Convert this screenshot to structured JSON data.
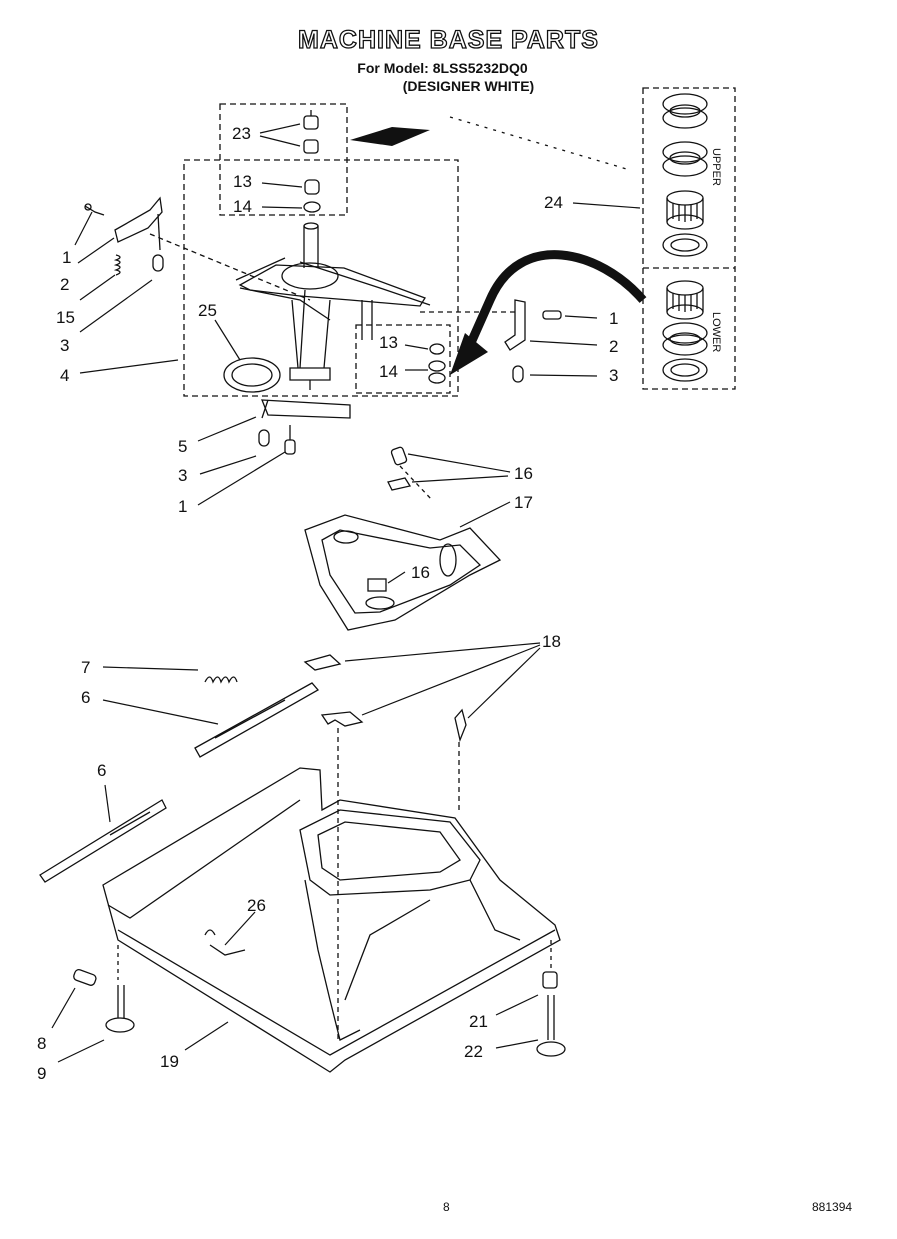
{
  "header": {
    "title": "MACHINE BASE PARTS",
    "model_line": "For Model: 8LSS5232DQ0",
    "designer_line": "(DESIGNER WHITE)"
  },
  "kit": {
    "upper_label": "UPPER",
    "lower_label": "LOWER"
  },
  "callouts": {
    "c23": "23",
    "c13a": "13",
    "c14a": "14",
    "c1a": "1",
    "c2a": "2",
    "c15": "15",
    "c3a": "3",
    "c4": "4",
    "c25": "25",
    "c13b": "13",
    "c14b": "14",
    "c24": "24",
    "c1b": "1",
    "c2b": "2",
    "c3b": "3",
    "c5": "5",
    "c3c": "3",
    "c1c": "1",
    "c16a": "16",
    "c17": "17",
    "c16b": "16",
    "c7": "7",
    "c18": "18",
    "c6a": "6",
    "c6b": "6",
    "c26": "26",
    "c8": "8",
    "c9": "9",
    "c19": "19",
    "c21": "21",
    "c22": "22"
  },
  "footer": {
    "page_number": "8",
    "doc_number": "881394"
  }
}
